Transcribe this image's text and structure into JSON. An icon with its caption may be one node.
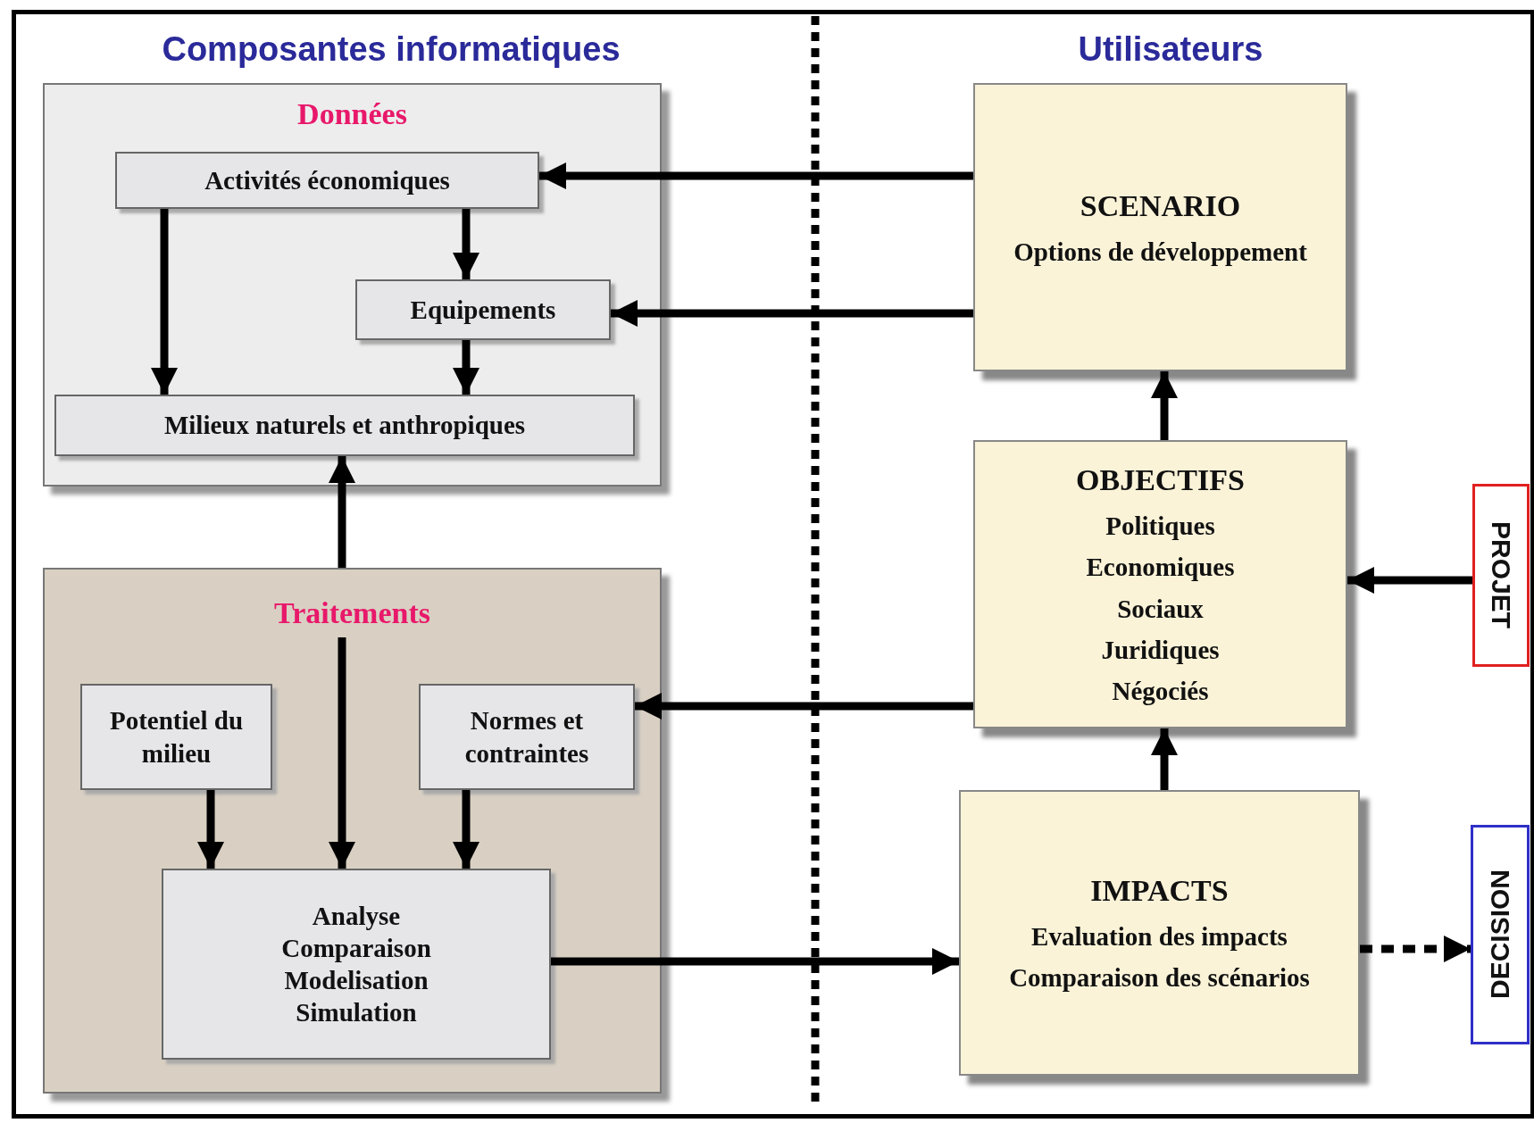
{
  "diagram": {
    "nodes": [
      {
        "text": [
          "Données"
        ]
      },
      {
        "text": [
          "Activités économiques"
        ],
        "in": 0
      },
      {
        "text": [
          "Equipements"
        ],
        "in": 0
      },
      {
        "text": [
          "Milieux naturels et anthropiques"
        ],
        "in": 0
      },
      {
        "text": [
          "Traitements"
        ]
      },
      {
        "text": [
          "Potentiel du milieu"
        ],
        "in": 4
      },
      {
        "text": [
          "Normes et contraintes"
        ],
        "in": 4
      },
      {
        "text": [
          "Analyse",
          "Comparaison",
          "Modelisation",
          "Simulation"
        ],
        "in": 4
      },
      {
        "text": [
          "SCENARIO",
          "Options de développement"
        ]
      },
      {
        "text": [
          "OBJECTIFS",
          "Politiques",
          "Economiques",
          "Sociaux",
          "Juridiques",
          "Négociés"
        ]
      },
      {
        "text": [
          "IMPACTS",
          "Evaluation des impacts",
          "Comparaison des scénarios"
        ]
      },
      {
        "text": [
          "PROJET"
        ]
      },
      {
        "text": [
          "DECISION"
        ]
      }
    ],
    "edges": [
      {
        "from": 8,
        "to": 1,
        "arrow": "to"
      },
      {
        "from": 8,
        "to": 2,
        "arrow": "to"
      },
      {
        "from": 1,
        "to": 2,
        "arrow": "to"
      },
      {
        "from": 1,
        "to": 3,
        "arrow": "to"
      },
      {
        "from": 2,
        "to": 3,
        "arrow": "to"
      },
      {
        "from": 4,
        "to": 3,
        "arrow": "to"
      },
      {
        "from": 4,
        "to": 7,
        "arrow": "to"
      },
      {
        "from": 5,
        "to": 7,
        "arrow": "to"
      },
      {
        "from": 6,
        "to": 7,
        "arrow": "to"
      },
      {
        "from": 9,
        "to": 6,
        "arrow": "to"
      },
      {
        "from": 7,
        "to": 10,
        "arrow": "to"
      },
      {
        "from": 10,
        "to": 9,
        "arrow": "to"
      },
      {
        "from": 9,
        "to": 8,
        "arrow": "to"
      },
      {
        "from": 11,
        "to": 9,
        "arrow": "to"
      },
      {
        "from": 10,
        "to": 12,
        "arrow": "to",
        "style": "dashed"
      }
    ],
    "labels": [
      "Composantes informatiques",
      "Utilisateurs"
    ]
  }
}
